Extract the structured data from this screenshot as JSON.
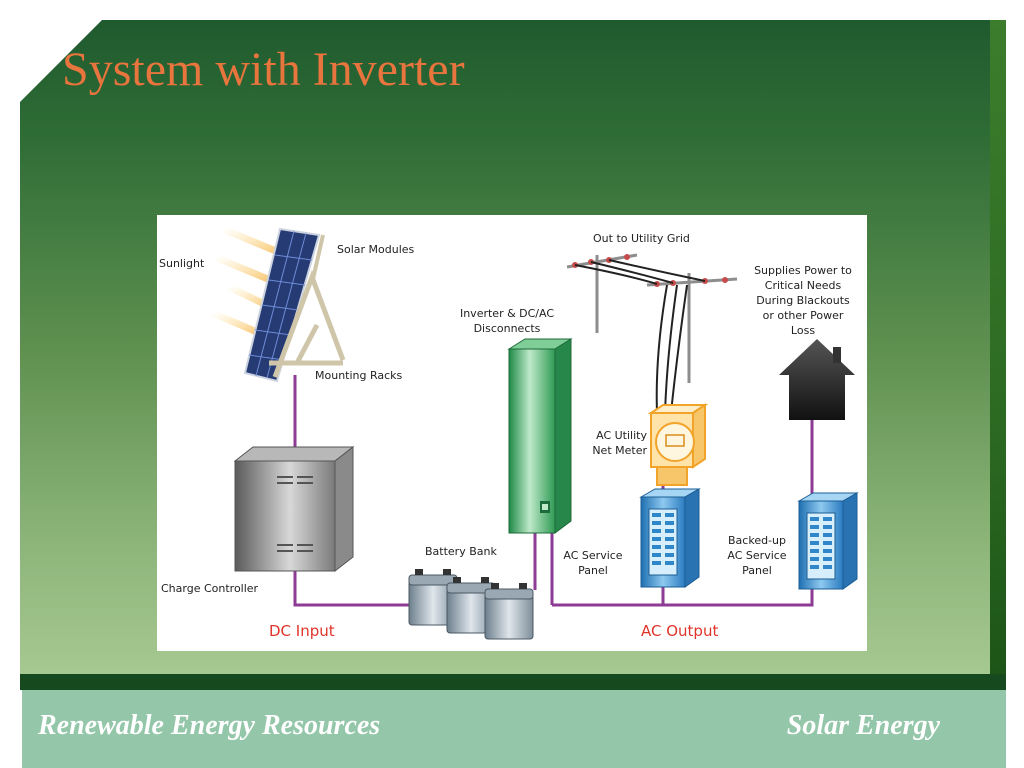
{
  "slide": {
    "title": "System with Inverter"
  },
  "footer": {
    "left": "Renewable Energy Resources",
    "right": "Solar Energy"
  },
  "diagram": {
    "labels": {
      "sunlight": "Sunlight",
      "solar_modules": "Solar Modules",
      "mounting_racks": "Mounting Racks",
      "charge_controller": "Charge Controller",
      "battery_bank": "Battery Bank",
      "inverter": [
        "Inverter & DC/AC",
        "Disconnects"
      ],
      "utility_grid": "Out to Utility Grid",
      "net_meter": [
        "AC Utility",
        "Net Meter"
      ],
      "service_panel": [
        "AC Service",
        "Panel"
      ],
      "backup_panel": [
        "Backed-up",
        "AC Service",
        "Panel"
      ],
      "critical_needs": [
        "Supplies Power to",
        "Critical Needs",
        "During Blackouts",
        "or other Power",
        "Loss"
      ]
    },
    "flows": {
      "dc": "DC Input",
      "ac": "AC Output"
    },
    "colors": {
      "wire": "#8e3b95",
      "flow_text": "#e0342a",
      "panel_blue": "#2f86c9",
      "meter": "#f2a32a",
      "inverter": "#36a35c"
    }
  }
}
